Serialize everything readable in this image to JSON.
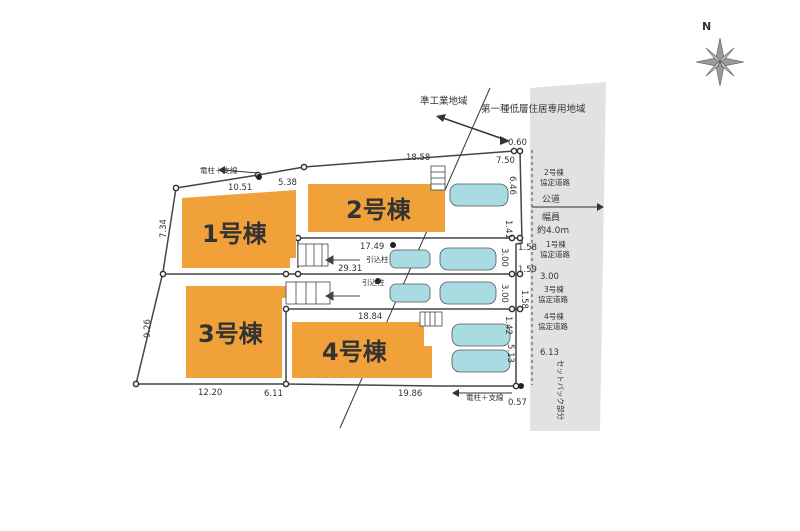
{
  "compass": {
    "north_label": "N",
    "icon": "compass-rose-icon"
  },
  "zoning": {
    "left": "準工業地域",
    "right": "第一種低層住居専用地域"
  },
  "buildings": {
    "b1": "1号棟",
    "b2": "2号棟",
    "b3": "3号棟",
    "b4": "4号棟"
  },
  "utility": {
    "pole_top": "電柱＋支線",
    "pole_bottom": "電柱＋支線",
    "pull_pole_1": "引込柱",
    "pull_pole_2": "引込柱"
  },
  "road": {
    "name": "公道",
    "width_label": "幅員",
    "width_value": "約4.0m",
    "setback": "セットバック部分"
  },
  "private_roads": {
    "r2": [
      "2号棟",
      "協定道路"
    ],
    "r1": [
      "1号棟",
      "協定道路"
    ],
    "r3": [
      "3号棟",
      "協定道路"
    ],
    "r4": [
      "4号棟",
      "協定道路"
    ]
  },
  "dimensions": {
    "top_right_corner": "0.60",
    "top_edge": "18.58",
    "d_7_50": "7.50",
    "d_6_46": "6.46",
    "d_10_51": "10.51",
    "d_5_38": "5.38",
    "left_upper": "7.34",
    "left_lower": "9.26",
    "d_1_41": "1.41",
    "d_17_49": "17.49",
    "d_1_58a": "1.58",
    "d_3_00a": "3.00",
    "d_29_31": "29.31",
    "d_1_59": "1.59",
    "d_3_00b": "3.00",
    "d_3_00c": "3.00",
    "d_1_58b": "1.58",
    "d_18_84": "18.84",
    "d_1_42": "1.42",
    "d_5_13": "5.13",
    "d_6_13": "6.13",
    "bottom_12_20": "12.20",
    "bottom_6_11": "6.11",
    "bottom_19_86": "19.86",
    "bottom_0_57": "0.57"
  },
  "colors": {
    "building": "#f0a13a",
    "car": "#a9dbe2",
    "road": "#e2e2e2",
    "line": "#444444"
  }
}
